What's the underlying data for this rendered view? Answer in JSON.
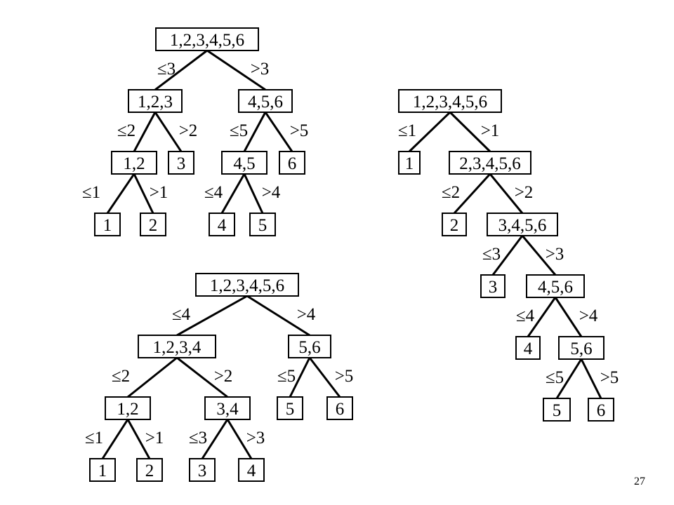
{
  "trees": [
    {
      "nodes": [
        "1,2,3,4,5,6",
        "1,2,3",
        "4,5,6",
        "1,2",
        "3",
        "4,5",
        "6",
        "1",
        "2",
        "4",
        "5"
      ],
      "edge_labels": [
        "≤3",
        ">3",
        "≤2",
        ">2",
        "≤5",
        ">5",
        "≤1",
        ">1",
        "≤4",
        ">4"
      ]
    },
    {
      "nodes": [
        "1,2,3,4,5,6",
        "1",
        "2,3,4,5,6",
        "2",
        "3,4,5,6",
        "3",
        "4,5,6",
        "4",
        "5,6",
        "5",
        "6"
      ],
      "edge_labels": [
        "≤1",
        ">1",
        "≤2",
        ">2",
        "≤3",
        ">3",
        "≤4",
        ">4",
        "≤5",
        ">5"
      ]
    },
    {
      "nodes": [
        "1,2,3,4,5,6",
        "1,2,3,4",
        "5,6",
        "1,2",
        "3,4",
        "5",
        "6",
        "1",
        "2",
        "3",
        "4"
      ],
      "edge_labels": [
        "≤4",
        ">4",
        "≤2",
        ">2",
        "≤5",
        ">5",
        "≤1",
        ">1",
        "≤3",
        ">3"
      ]
    }
  ],
  "page_number": "27"
}
